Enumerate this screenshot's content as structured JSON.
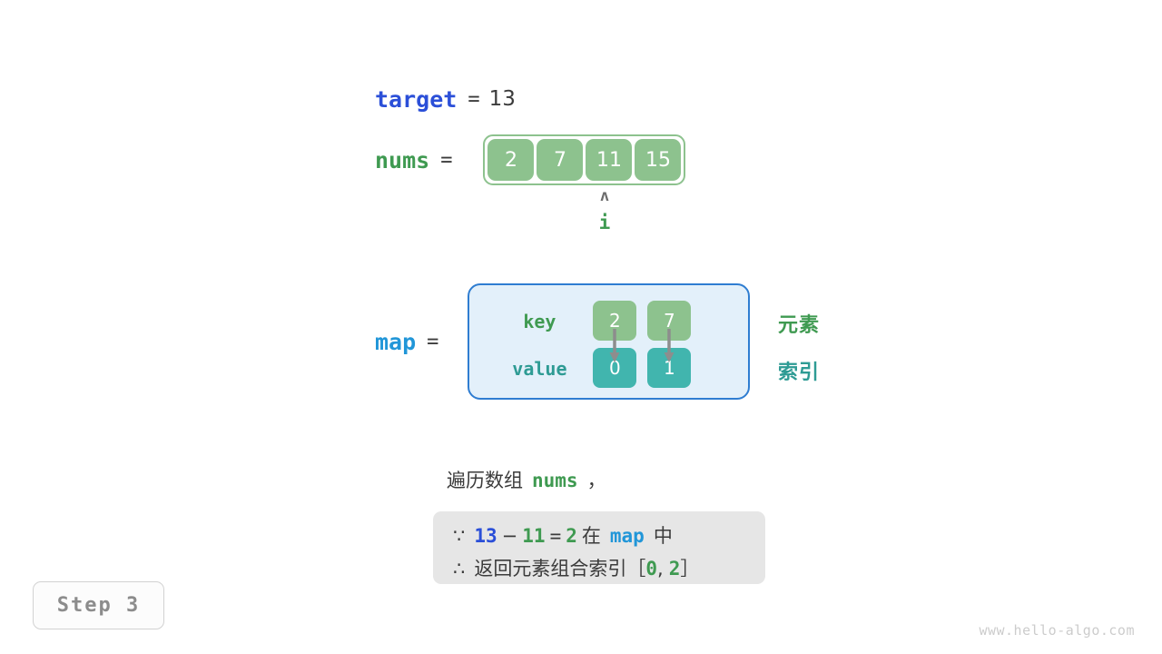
{
  "title": "Hash map two-sum visualization Step 3",
  "target": {
    "name": "target",
    "equals": "=",
    "value": "13"
  },
  "nums": {
    "name": "nums",
    "equals": "=",
    "cells": [
      "2",
      "7",
      "11",
      "15"
    ]
  },
  "pointer": {
    "caret": "ʌ",
    "label": "i",
    "points_to_index": 2
  },
  "map": {
    "name": "map",
    "equals": "=",
    "row_labels": {
      "key": "key",
      "value": "value"
    },
    "keys": [
      "2",
      "7"
    ],
    "values": [
      "0",
      "1"
    ],
    "annotations": {
      "element": "元素",
      "index": "索引"
    }
  },
  "description": {
    "prefix": "遍历数组",
    "keyword": "nums",
    "suffix": "，"
  },
  "callout": {
    "line1": {
      "symbol": "∵",
      "a": "13",
      "minus": "−",
      "b": "11",
      "eq": "=",
      "c": "2",
      "zai": "在",
      "map": "map",
      "zhong": "中"
    },
    "line2": {
      "symbol": "∴",
      "text": "返回元素组合索引",
      "bracket_open": "［",
      "i1": "0",
      "comma": ",",
      "i2": "2",
      "bracket_close": "］"
    }
  },
  "step_badge": "Step 3",
  "footer": "www.hello-algo.com",
  "colors": {
    "target_blue": "#2b4fd8",
    "nums_green": "#3f9a51",
    "map_blue": "#2196d8",
    "array_cell": "#8dc28e",
    "value_cell": "#41b5ae",
    "map_panel_bg": "#e3f0fa",
    "map_panel_border": "#2f7dd1",
    "callout_bg": "#e6e6e6",
    "text_dark": "#3b3b3b",
    "muted": "#8c8c8c"
  }
}
